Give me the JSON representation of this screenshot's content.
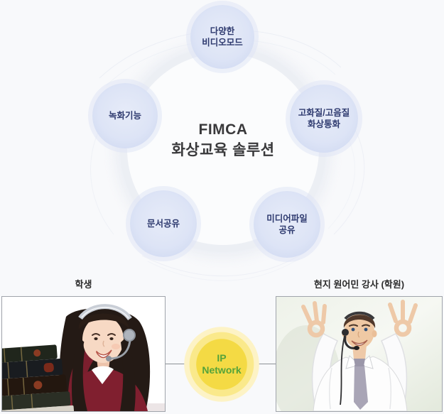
{
  "diagram": {
    "title": "FIMCA\n화상교육 솔루션",
    "nodes": [
      {
        "id": "video-modes",
        "label": "다양한\n비디오모드"
      },
      {
        "id": "recording",
        "label": "녹화기능"
      },
      {
        "id": "hq-video-call",
        "label": "고화질/고음질\n화상통화"
      },
      {
        "id": "doc-sharing",
        "label": "문서공유"
      },
      {
        "id": "media-sharing",
        "label": "미디어파일\n공유"
      }
    ]
  },
  "participants": {
    "student": {
      "caption": "학생"
    },
    "instructor": {
      "caption": "현지 원어민 강사 (학원)"
    }
  },
  "network": {
    "label": "IP\nNetwork"
  },
  "colors": {
    "node_fill": "#dde4f6",
    "node_text": "#2e3a6f",
    "hub_ring": "#eceff4",
    "title_text": "#39393b",
    "network_core": "#f4da44",
    "network_mid": "#fae98b",
    "network_halo": "#fdf3c6",
    "network_text": "#55a33a",
    "connector_line": "#8c9196",
    "caption_text": "#2b2b2b"
  }
}
